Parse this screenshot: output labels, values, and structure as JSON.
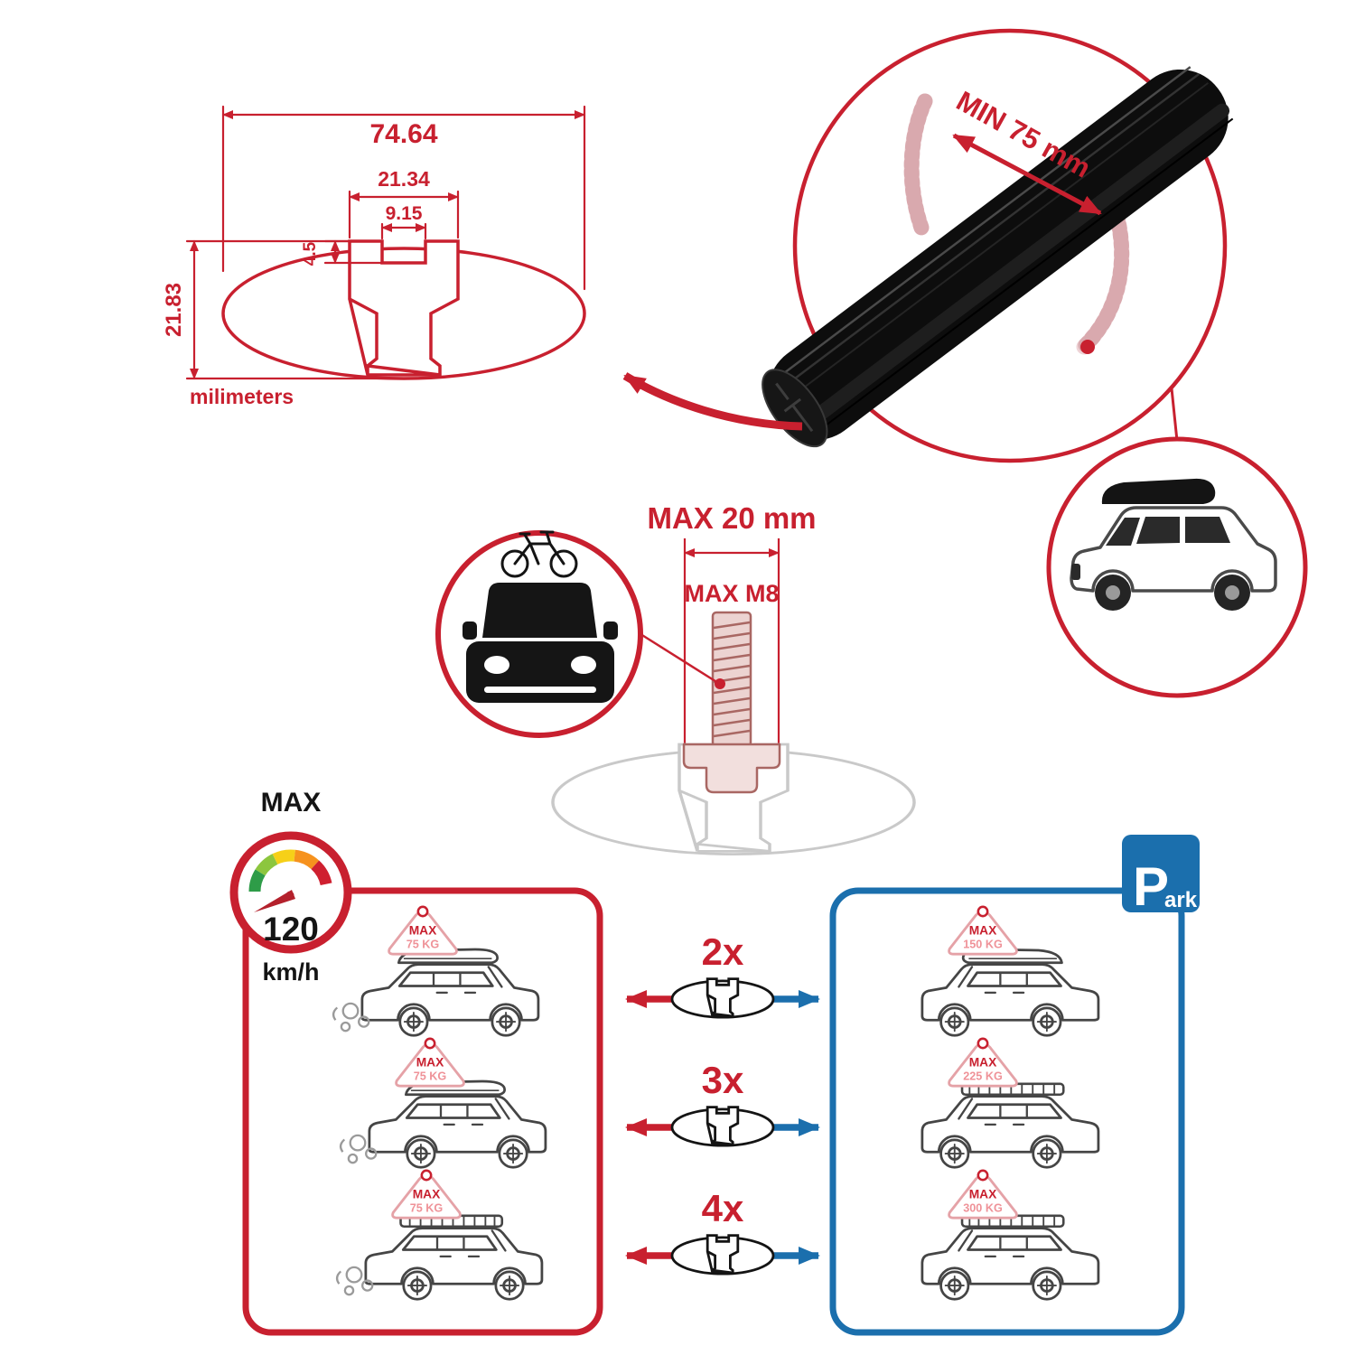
{
  "diagram": {
    "total_width": "74.64",
    "channel_width": "21.34",
    "slot_width": "9.15",
    "slot_depth": "4.5",
    "total_height": "21.83",
    "units_label": "milimeters"
  },
  "crossbar": {
    "min_span_label": "MIN 75 mm"
  },
  "bolt": {
    "max_width_label": "MAX 20 mm",
    "max_thread_label": "MAX M8"
  },
  "speed_limit": {
    "title": "MAX",
    "value": "120",
    "unit": "km/h"
  },
  "park_sign": {
    "letter": "P",
    "suffix": "ark"
  },
  "left_panel": {
    "tags": [
      {
        "label": "MAX",
        "value": "75 KG"
      },
      {
        "label": "MAX",
        "value": "75 KG"
      },
      {
        "label": "MAX",
        "value": "75 KG"
      }
    ]
  },
  "right_panel": {
    "tags": [
      {
        "label": "MAX",
        "value": "150 KG"
      },
      {
        "label": "MAX",
        "value": "225 KG"
      },
      {
        "label": "MAX",
        "value": "300 KG"
      }
    ]
  },
  "multipliers": [
    "2x",
    "3x",
    "4x"
  ],
  "colors": {
    "red": "#c8202f",
    "blue": "#1b6fad",
    "clamp_pink": "#eed3d6",
    "tag_pink": "#ef9298",
    "profile_gray": "#c9c9c9",
    "bar_black": "#0d0d0d"
  }
}
